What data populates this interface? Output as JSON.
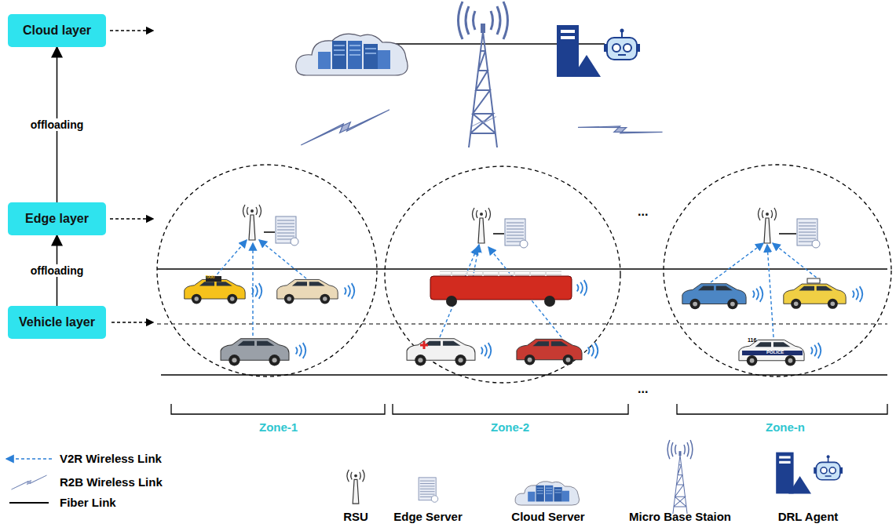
{
  "diagram": {
    "nodes": [
      {
        "text": [
          "Cloud layer"
        ]
      },
      {
        "text": [
          "Edge layer"
        ]
      },
      {
        "text": [
          "Vehicle layer"
        ]
      }
    ],
    "edges": [
      {
        "from": 2,
        "to": 1,
        "arrow": "to",
        "label": "offloading"
      },
      {
        "from": 1,
        "to": 0,
        "arrow": "to",
        "label": "offloading"
      }
    ],
    "labels": [
      "...",
      "...",
      "Zone-1",
      "Zone-2",
      "Zone-n",
      "TAXI",
      "116",
      "POLICE"
    ],
    "legend": [
      {
        "text": "V2R Wireless Link"
      },
      {
        "text": "R2B Wireless Link"
      },
      {
        "text": "Fiber Link"
      },
      {
        "text": "RSU"
      },
      {
        "text": "Edge Server"
      },
      {
        "text": "Cloud Server"
      },
      {
        "text": "Micro Base Staion"
      },
      {
        "text": "DRL Agent"
      }
    ]
  }
}
